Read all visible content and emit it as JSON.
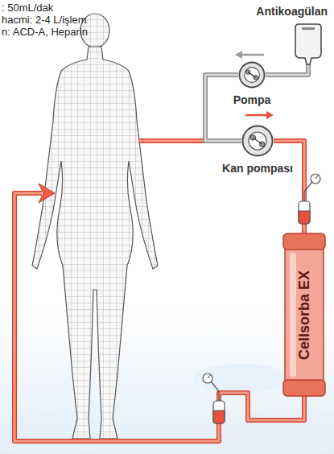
{
  "diagram": {
    "nodes": [
      {
        "text": [
          "Antikoagülan"
        ]
      },
      {
        "text": [
          "Pompa"
        ]
      },
      {
        "text": [
          "Kan pompası"
        ]
      },
      {
        "text": [
          "Cellsorba EX"
        ]
      }
    ],
    "edges": [
      {
        "from": 0,
        "to": 1,
        "arrow": "none"
      },
      {
        "from": 1,
        "to": 2,
        "arrow": "none"
      },
      {
        "from": 2,
        "to": 3,
        "arrow": "none"
      }
    ],
    "labels": [
      ": 50mL/dak",
      "hacmi: 2-4 L/işlem",
      "n: ACD-A, Heparin"
    ]
  }
}
